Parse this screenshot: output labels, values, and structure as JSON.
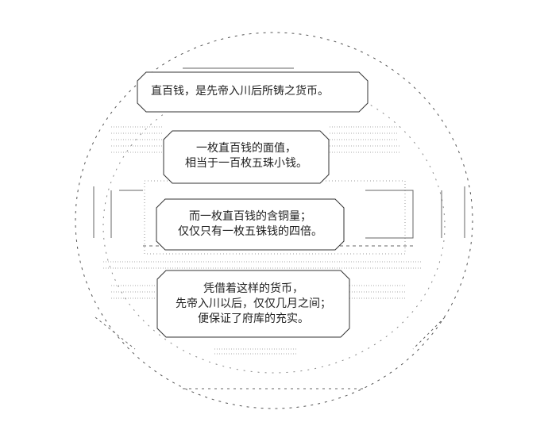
{
  "panels": [
    {
      "lines": [
        "直百钱，是先帝入川后所铸之货币。"
      ]
    },
    {
      "lines": [
        "一枚直百钱的面值，",
        "相当于一百枚五珠小钱。"
      ]
    },
    {
      "lines": [
        "而一枚直百钱的含铜量；",
        "仅仅只有一枚五铢钱的四倍。"
      ]
    },
    {
      "lines": [
        "凭借着这样的货币，",
        "先帝入川以后，仅仅几月之间；",
        "便保证了府库的充实。"
      ]
    }
  ]
}
